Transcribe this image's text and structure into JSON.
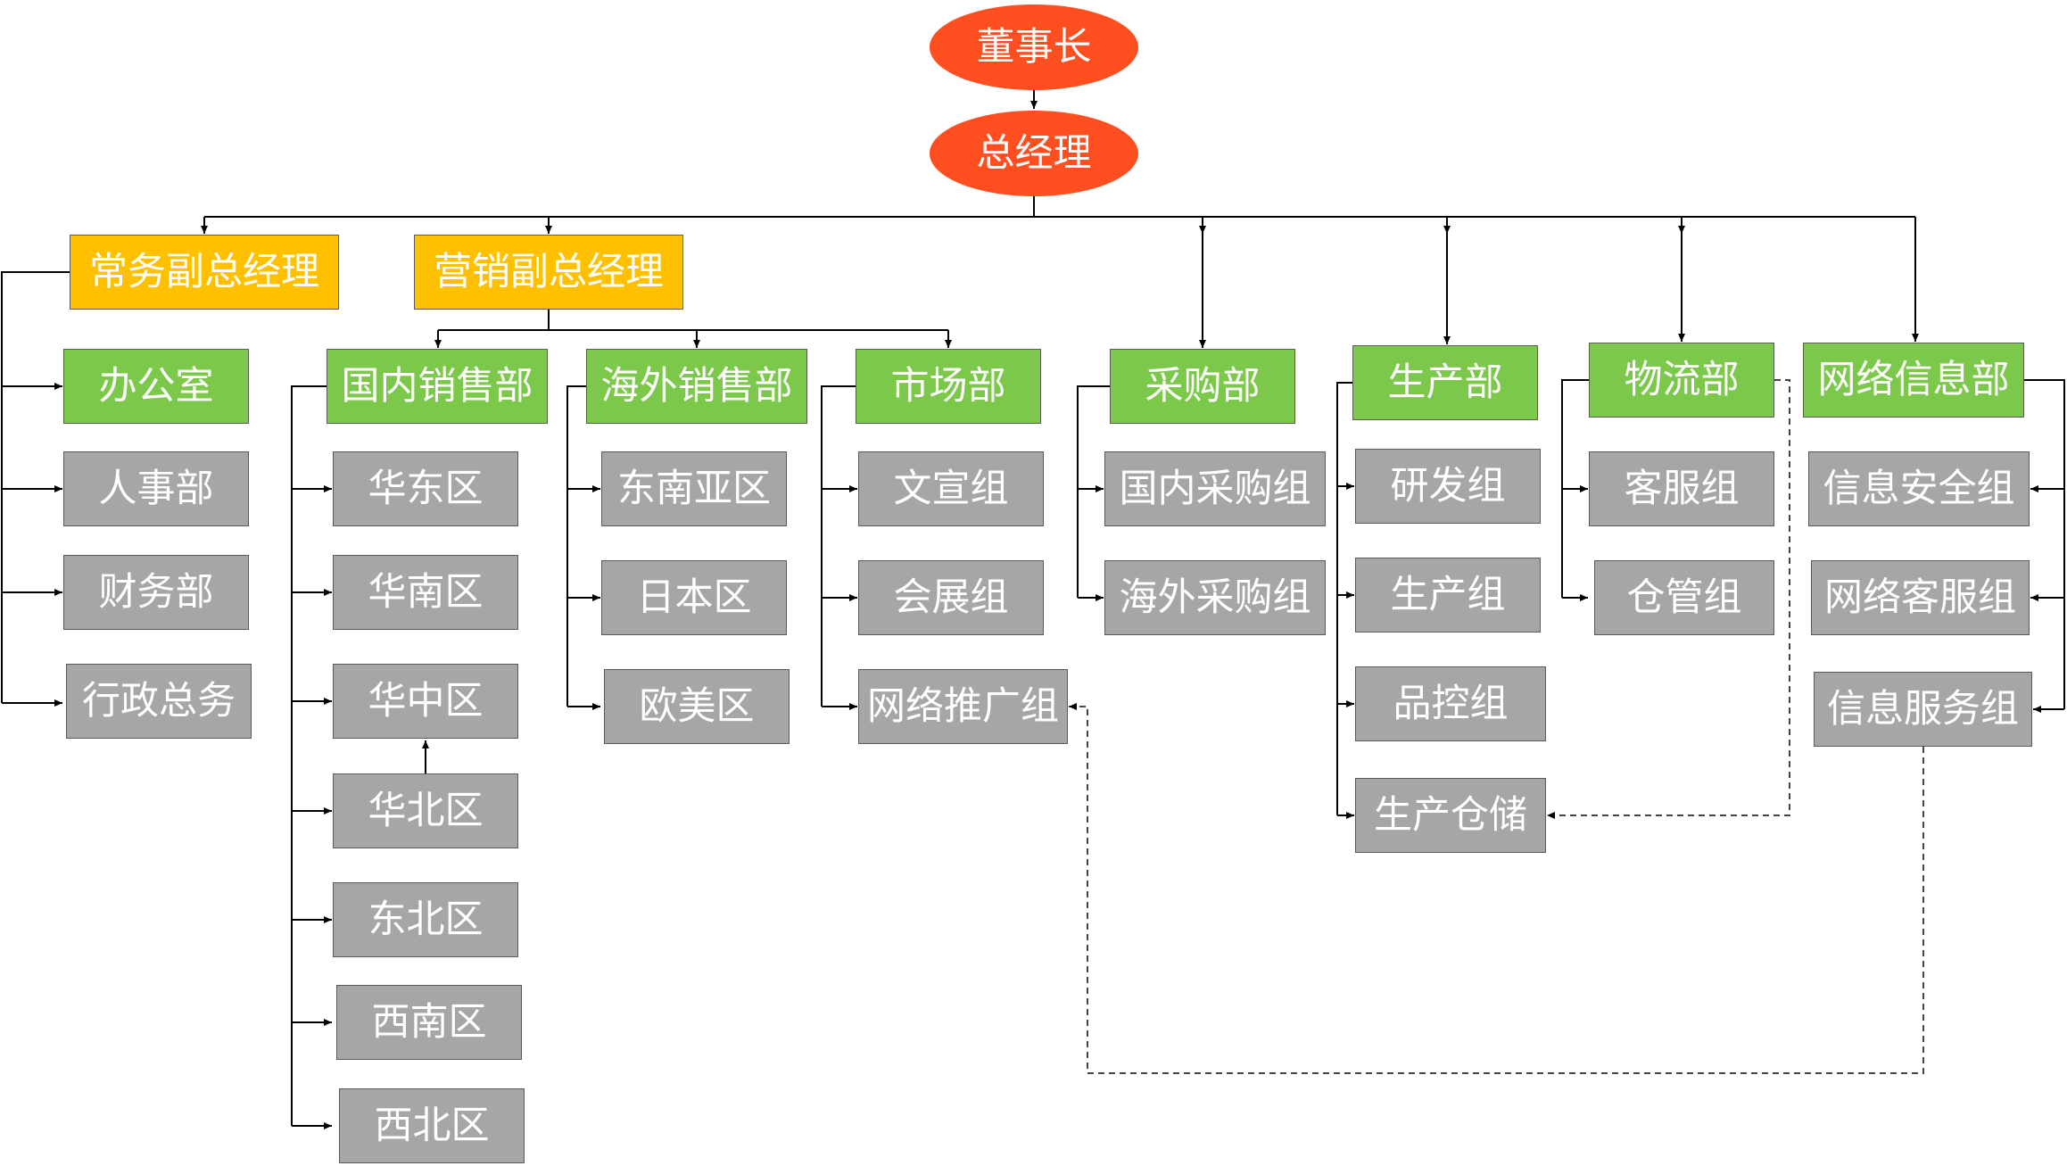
{
  "colors": {
    "executive": "#FF4E1F",
    "vice": "#FFC000",
    "department": "#7CC84A",
    "group": "#A6A6A6",
    "line": "#000000"
  },
  "nodes": {
    "chairman": "董事长",
    "general_manager": "总经理",
    "vp_operations": "常务副总经理",
    "vp_marketing": "营销副总经理",
    "office": "办公室",
    "hr": "人事部",
    "finance": "财务部",
    "admin": "行政总务",
    "domestic_sales": "国内销售部",
    "overseas_sales": "海外销售部",
    "market": "市场部",
    "east_china": "华东区",
    "south_china": "华南区",
    "central_china": "华中区",
    "north_china": "华北区",
    "northeast": "东北区",
    "southwest": "西南区",
    "northwest": "西北区",
    "southeast_asia": "东南亚区",
    "japan": "日本区",
    "europe_america": "欧美区",
    "copywriting": "文宣组",
    "exhibition": "会展组",
    "online_promotion": "网络推广组",
    "purchasing": "采购部",
    "domestic_purchasing": "国内采购组",
    "overseas_purchasing": "海外采购组",
    "production": "生产部",
    "rnd": "研发组",
    "production_group": "生产组",
    "quality_control": "品控组",
    "production_storage": "生产仓储",
    "logistics": "物流部",
    "customer_service": "客服组",
    "warehouse": "仓管组",
    "network_info": "网络信息部",
    "info_security": "信息安全组",
    "network_customer_service": "网络客服组",
    "info_service": "信息服务组"
  }
}
